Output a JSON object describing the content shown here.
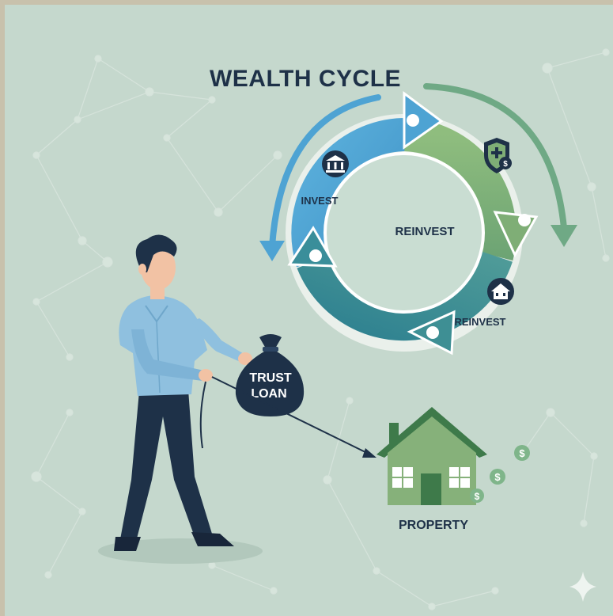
{
  "title": "WEALTH CYCLE",
  "labels": {
    "invest": "INVEST",
    "center": "REINVEST",
    "reinvest_bottom": "REINVEST",
    "property": "PROPERTY"
  },
  "bag": {
    "line1": "TRUST",
    "line2": "LOAN"
  },
  "colors": {
    "background": "#c5d8cd",
    "cycle_blue": "#4ea3d3",
    "cycle_green": "#7fae76",
    "cycle_teal": "#3e8f94",
    "navy": "#1e3148",
    "house": "#86b17a",
    "house_roof": "#3e7a4a"
  },
  "icons": [
    "bank-icon",
    "shield-dollar-icon",
    "house-icon",
    "money-bag-icon",
    "dollar-coin-icon",
    "sparkle-icon"
  ]
}
